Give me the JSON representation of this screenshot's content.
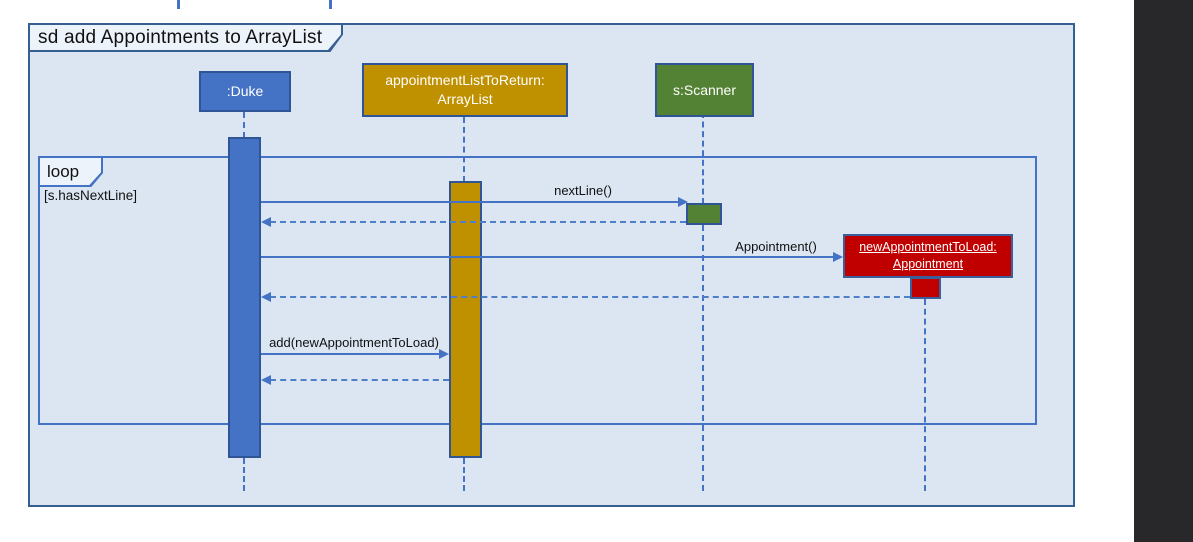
{
  "frame": {
    "title": "sd add Appointments to ArrayList"
  },
  "loop_fragment": {
    "operator": "loop",
    "guard": "[s.hasNextLine]"
  },
  "participants": {
    "duke": {
      "label": ":Duke",
      "fill": "#4472C4"
    },
    "appointment_list": {
      "label_line1": "appointmentListToReturn:",
      "label_line2": "ArrayList",
      "fill": "#BF9000"
    },
    "scanner": {
      "label": "s:Scanner",
      "fill": "#548235"
    }
  },
  "created_object": {
    "label_line1": "newAppointmentToLoad:",
    "label_line2": "Appointment",
    "fill": "#C00000"
  },
  "messages": [
    {
      "label": "nextLine()",
      "type": "call",
      "from": ":Duke",
      "to": "s:Scanner"
    },
    {
      "label": "",
      "type": "return",
      "from": "s:Scanner",
      "to": ":Duke"
    },
    {
      "label": "Appointment()",
      "type": "create",
      "from": ":Duke",
      "to": "newAppointmentToLoad:Appointment"
    },
    {
      "label": "",
      "type": "return",
      "from": "newAppointmentToLoad:Appointment",
      "to": ":Duke"
    },
    {
      "label": "add(newAppointmentToLoad)",
      "type": "call",
      "from": ":Duke",
      "to": "appointmentListToReturn:ArrayList"
    },
    {
      "label": "",
      "type": "return",
      "from": "appointmentListToReturn:ArrayList",
      "to": ":Duke"
    }
  ],
  "colors": {
    "frame_background": "#DCE6F2",
    "frame_border": "#365F91",
    "loop_border": "#4472C4",
    "shape_border": "#2F5597",
    "arrow": "#4472C4",
    "right_panel_dark": "#28282A"
  }
}
